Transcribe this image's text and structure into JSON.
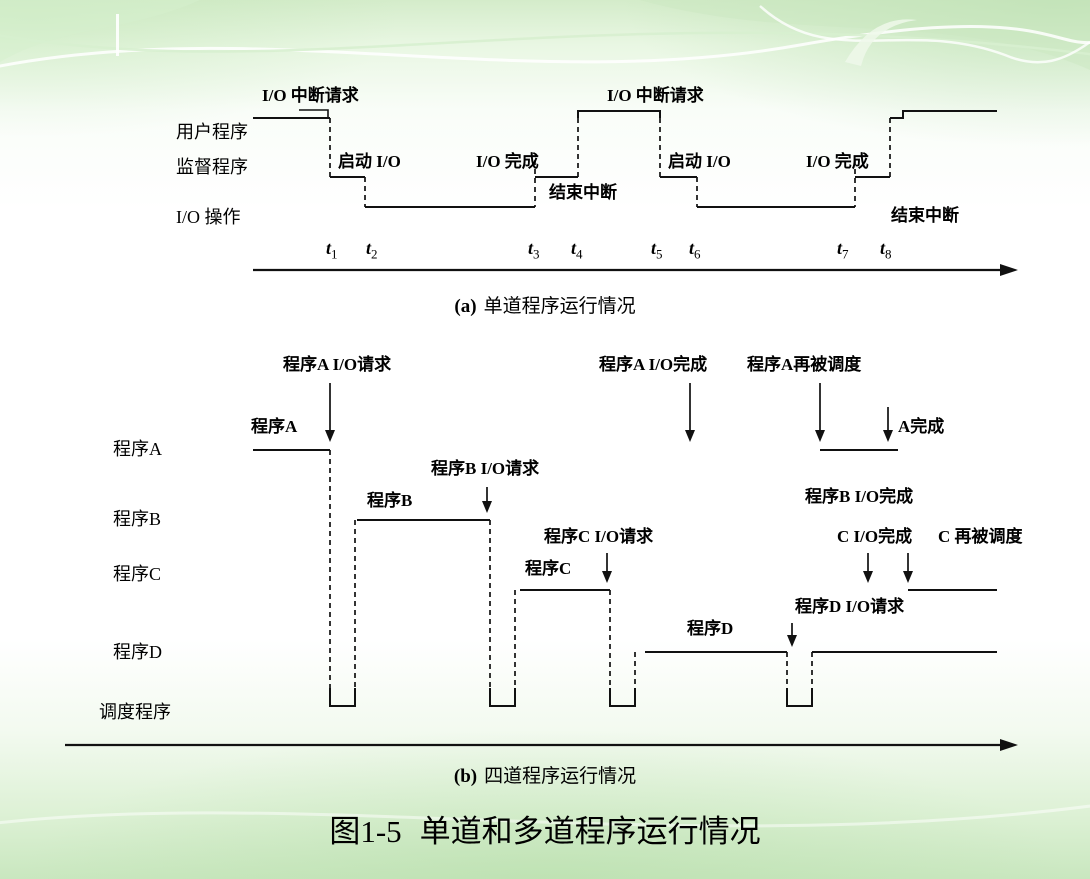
{
  "slide": {
    "title_prefix": "图1-5",
    "title_text": "单道和多道程序运行情况"
  },
  "colors": {
    "diagram_line": "#111111",
    "background_green_top": "#d4ecca",
    "background_green_bottom": "#c9e7bf"
  },
  "part_a": {
    "caption_prefix": "(a)",
    "caption_text": "单道程序运行情况",
    "row_labels": [
      "用户程序",
      "监督程序",
      "I/O 操作"
    ],
    "annotations": {
      "io_interrupt_request_1": "I/O 中断请求",
      "start_io_1": "启动  I/O",
      "io_complete_1": "I/O 完成",
      "end_interrupt_1": "结束中断",
      "io_interrupt_request_2": "I/O 中断请求",
      "start_io_2": "启动  I/O",
      "io_complete_2": "I/O 完成",
      "end_interrupt_2": "结束中断"
    },
    "ticks": [
      {
        "t": "t",
        "n": "1"
      },
      {
        "t": "t",
        "n": "2"
      },
      {
        "t": "t",
        "n": "3"
      },
      {
        "t": "t",
        "n": "4"
      },
      {
        "t": "t",
        "n": "5"
      },
      {
        "t": "t",
        "n": "6"
      },
      {
        "t": "t",
        "n": "7"
      },
      {
        "t": "t",
        "n": "8"
      }
    ]
  },
  "part_b": {
    "caption_prefix": "(b)",
    "caption_text": "四道程序运行情况",
    "row_labels": [
      "程序A",
      "程序B",
      "程序C",
      "程序D",
      "调度程序"
    ],
    "inline_labels": {
      "prog_a": "程序A",
      "prog_b": "程序B",
      "prog_c": "程序C",
      "prog_d": "程序D"
    },
    "annotations": {
      "a_io_request": "程序A I/O请求",
      "a_io_complete": "程序A I/O完成",
      "a_rescheduled": "程序A再被调度",
      "a_done": "A完成",
      "b_io_request": "程序B I/O请求",
      "b_io_complete": "程序B I/O完成",
      "c_io_request": "程序C I/O请求",
      "c_io_complete": "C I/O完成",
      "c_rescheduled": "C 再被调度",
      "d_io_request": "程序D I/O请求"
    }
  }
}
